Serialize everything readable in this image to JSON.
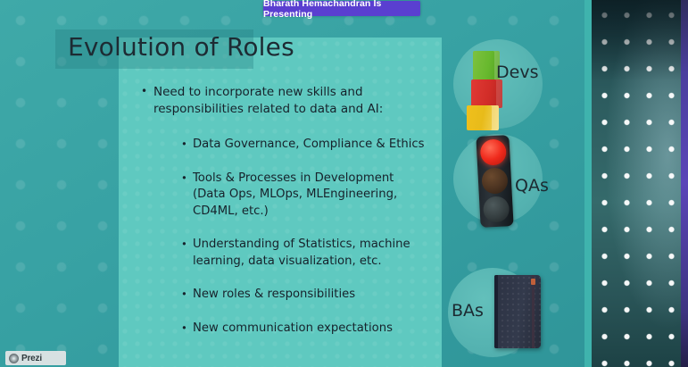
{
  "presenter_banner": {
    "text": "Bharath Hemachandran Is Presenting",
    "bg_color": "#5a3fd0",
    "text_color": "#ffffff"
  },
  "slide": {
    "title": "Evolution of  Roles",
    "bullets": {
      "main": [
        "Need to incorporate new skills and",
        "responsibilities related to data and AI:"
      ],
      "sub_items": [
        {
          "lines": [
            "Data Governance, Compliance & Ethics"
          ]
        },
        {
          "lines": [
            "Tools & Processes in Development",
            "(Data Ops, MLOps, MLEngineering,",
            "CD4ML, etc.)"
          ]
        },
        {
          "lines": [
            "Understanding of Statistics, machine",
            "learning, data visualization, etc."
          ]
        },
        {
          "lines": [
            "New roles & responsibilities"
          ]
        },
        {
          "lines": [
            "New communication expectations"
          ]
        }
      ]
    },
    "role_icons": [
      {
        "label": "Devs",
        "icon": "stacked-blocks-icon"
      },
      {
        "label": "QAs",
        "icon": "traffic-light-icon"
      },
      {
        "label": "BAs",
        "icon": "notebook-icon"
      }
    ]
  },
  "watermark": {
    "text": "Prezi"
  },
  "colors": {
    "background_teal": "#3ba3a5",
    "content_panel": "#5fc9c0",
    "dark_panel": "#2c5b5e",
    "purple_strip": "#5a45b8",
    "text_dark": "#16222b"
  }
}
